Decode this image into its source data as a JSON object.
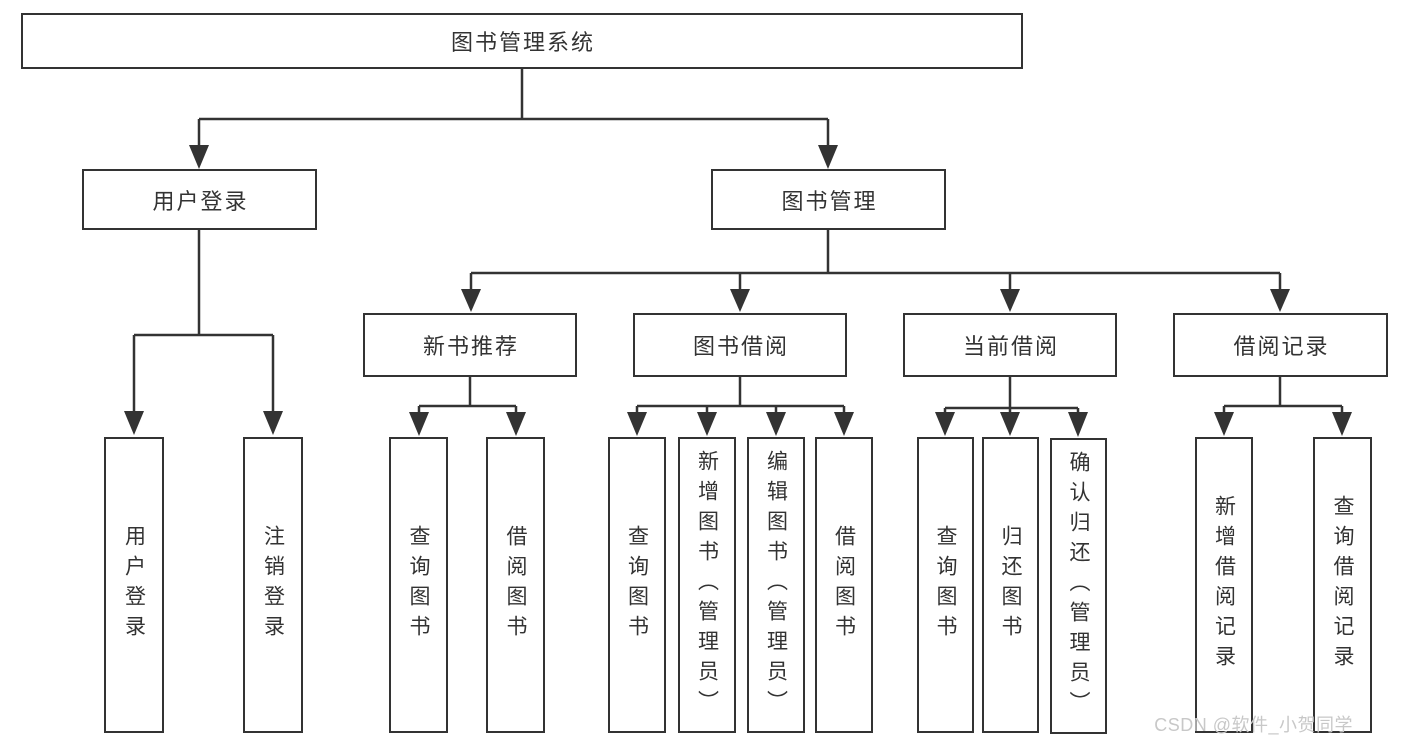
{
  "colors": {
    "line": "#333333",
    "text": "#333333",
    "background": "#ffffff",
    "watermark": "#c8c8c8"
  },
  "watermark": {
    "text": "CSDN @软件_小贺同学"
  },
  "diagram_type": "hierarchy-tree",
  "tree": {
    "root": {
      "label": "图书管理系统"
    },
    "branches": [
      {
        "label": "用户登录",
        "children": [
          {
            "label": "用户登录"
          },
          {
            "label": "注销登录"
          }
        ]
      },
      {
        "label": "图书管理",
        "children": [
          {
            "label": "新书推荐",
            "children": [
              {
                "label": "查询图书"
              },
              {
                "label": "借阅图书"
              }
            ]
          },
          {
            "label": "图书借阅",
            "children": [
              {
                "label": "查询图书"
              },
              {
                "label": "新增图书（管理员）"
              },
              {
                "label": "编辑图书（管理员）"
              },
              {
                "label": "借阅图书"
              }
            ]
          },
          {
            "label": "当前借阅",
            "children": [
              {
                "label": "查询图书"
              },
              {
                "label": "归还图书"
              },
              {
                "label": "确认归还（管理员）"
              }
            ]
          },
          {
            "label": "借阅记录",
            "children": [
              {
                "label": "新增借阅记录"
              },
              {
                "label": "查询借阅记录"
              }
            ]
          }
        ]
      }
    ]
  }
}
